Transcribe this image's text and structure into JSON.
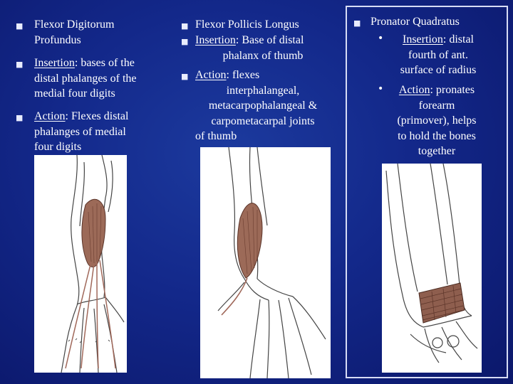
{
  "columns": [
    {
      "items": [
        {
          "lines": [
            "Flexor Digitorum",
            "Profundus"
          ]
        },
        {
          "label": "Insertion",
          "rest": ": bases of the",
          "lines": [
            "distal phalanges of the",
            "medial four digits"
          ]
        },
        {
          "label": "Action",
          "rest": ": Flexes distal",
          "lines": [
            "phalanges of medial",
            "four digits"
          ]
        }
      ]
    },
    {
      "items": [
        {
          "lines": [
            "Flexor Pollicis  Longus"
          ]
        },
        {
          "label": "Insertion",
          "rest": ": Base of distal",
          "lines": [
            "phalanx of thumb"
          ]
        },
        {
          "label": "Action",
          "rest": ": flexes",
          "lines": [
            "interphalangeal,",
            "metacarpophalangeal &",
            "carpometacarpal joints",
            "of thumb"
          ]
        }
      ]
    },
    {
      "title": "Pronator Quadratus",
      "subitems": [
        {
          "label": "Insertion",
          "rest": ": distal",
          "lines": [
            "fourth of ant.",
            "surface of radius"
          ]
        },
        {
          "label": "Action",
          "rest": ": pronates",
          "lines": [
            "forearm",
            "(primover), helps",
            "to hold the bones",
            "together"
          ]
        }
      ]
    }
  ],
  "icons": {
    "bullet": "square-bullet-icon",
    "sub_bullet": "dot-bullet-icon"
  },
  "colors": {
    "background": "#13288a",
    "text": "#ffffff",
    "muscle": "#a0685a"
  }
}
